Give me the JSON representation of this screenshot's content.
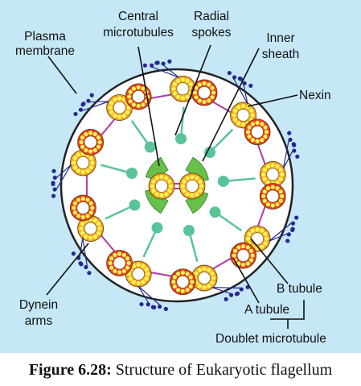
{
  "labels": {
    "plasma_membrane": [
      "Plasma",
      "membrane"
    ],
    "central_microtubules": [
      "Central",
      "microtubules"
    ],
    "radial_spokes": [
      "Radial",
      "spokes"
    ],
    "inner_sheath": [
      "Inner",
      "sheath"
    ],
    "nexin": "Nexin",
    "dynein_arms": [
      "Dynein",
      "arms"
    ],
    "b_tubule": "B tubule",
    "a_tubule": "A tubule",
    "doublet_microtubule": "Doublet microtubule"
  },
  "caption": {
    "figure_number": "Figure 6.28:",
    "text": "Structure of Eukaryotic flagellum"
  },
  "colors": {
    "background": "#c6e7f6",
    "membrane_fill": "#ffffff",
    "a_tubule_ring": "#f2a81c",
    "b_tubule_ring": "#e8411e",
    "tubule_dots": "#fff15a",
    "tubule_center": "#ffffff",
    "spoke": "#59c49a",
    "inner_sheath": "#67c04a",
    "nexin": "#b03aa7",
    "dynein": "#26278f"
  },
  "structure": {
    "doublet_count": 9,
    "central_microtubule_count": 2
  }
}
